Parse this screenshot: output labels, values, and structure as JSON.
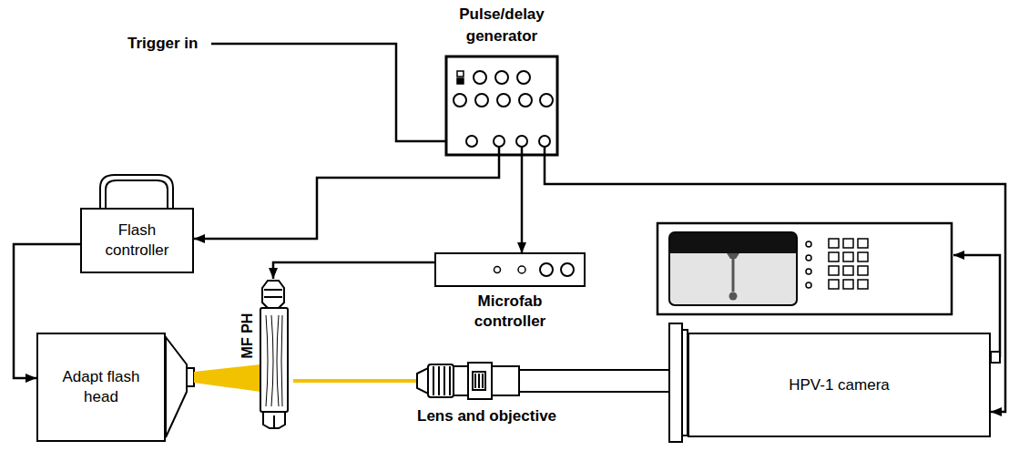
{
  "diagram": {
    "nodes": [
      {
        "text": [
          "Pulse/delay generator"
        ]
      },
      {
        "text": [
          "Flash controller"
        ]
      },
      {
        "text": [
          "Microfab controller"
        ]
      },
      {
        "text": [
          "MF PH"
        ]
      },
      {
        "text": [
          "Adapt flash head"
        ]
      },
      {
        "text": [
          "HPV-1 camera"
        ]
      }
    ],
    "edges": [
      {
        "from": 0,
        "to": 1,
        "arrow": "to"
      },
      {
        "from": 0,
        "to": 2,
        "arrow": "to"
      },
      {
        "from": 0,
        "to": 5,
        "arrow": "to"
      },
      {
        "from": 1,
        "to": 4,
        "arrow": "to"
      },
      {
        "from": 2,
        "to": 3,
        "arrow": "to"
      }
    ],
    "labels": [
      "Trigger in",
      "Lens and objective"
    ]
  }
}
